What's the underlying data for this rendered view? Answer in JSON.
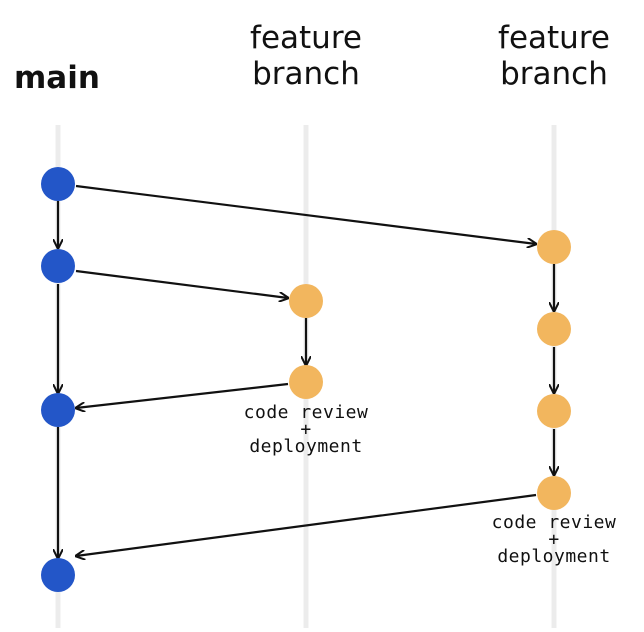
{
  "columns": {
    "main": {
      "label": "main"
    },
    "feature1": {
      "label_line1": "feature",
      "label_line2": "branch"
    },
    "feature2": {
      "label_line1": "feature",
      "label_line2": "branch"
    }
  },
  "annotations": {
    "feature1_note": {
      "line1": "code review",
      "line2": "+",
      "line3": "deployment"
    },
    "feature2_note": {
      "line1": "code review",
      "line2": "+",
      "line3": "deployment"
    }
  },
  "colors": {
    "main_commit": "#2356c8",
    "feature_commit": "#f2b65e",
    "lane": "#ececec",
    "arrow": "#111111"
  }
}
